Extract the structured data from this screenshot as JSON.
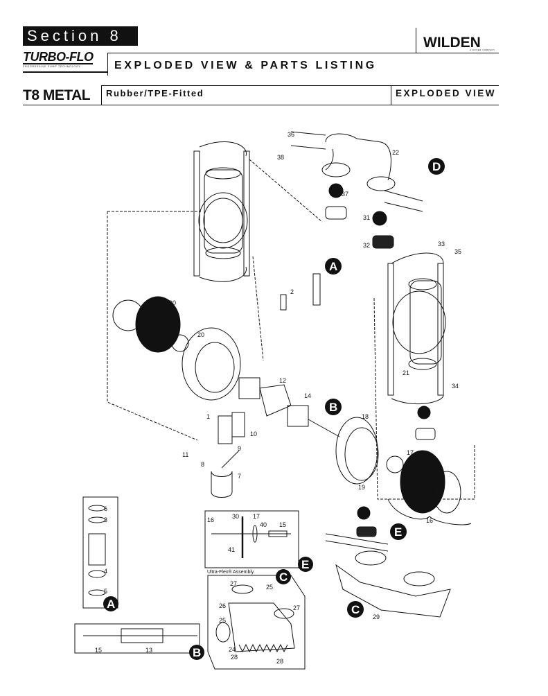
{
  "header": {
    "section": "Section 8",
    "brand": "TURBO-FLO",
    "brand_tagline": "PROGRESSIVE PUMP TECHNOLOGY",
    "title": "EXPLODED VIEW & PARTS LISTING",
    "company": "WILDEN",
    "company_tagline": "A DOVER COMPANY",
    "model": "T8 METAL",
    "subtitle": "Rubber/TPE-Fitted",
    "view": "EXPLODED VIEW"
  },
  "callouts": {
    "A": "A",
    "B": "B",
    "C": "C",
    "D": "D",
    "E": "E"
  },
  "part_numbers": {
    "p1": "1",
    "p2": "2",
    "p3": "3",
    "p4": "4",
    "p5": "5",
    "p6": "6",
    "p7": "7",
    "p8": "8",
    "p9": "9",
    "p10": "10",
    "p11": "11",
    "p12": "12",
    "p13": "13",
    "p14": "14",
    "p15": "15",
    "p16": "16",
    "p17": "17",
    "p18": "18",
    "p19": "19",
    "p20": "20",
    "p21": "21",
    "p22": "22",
    "p24": "24",
    "p25": "25",
    "p26": "26",
    "p27": "27",
    "p28": "28",
    "p29": "29",
    "p30": "30",
    "p31": "31",
    "p32": "32",
    "p33": "33",
    "p34": "34",
    "p35": "35",
    "p36": "36",
    "p37": "37",
    "p38": "38",
    "p40": "40",
    "p41": "41"
  },
  "inset_labels": {
    "ultraflex": "Ultra-Flex® Assembly"
  }
}
